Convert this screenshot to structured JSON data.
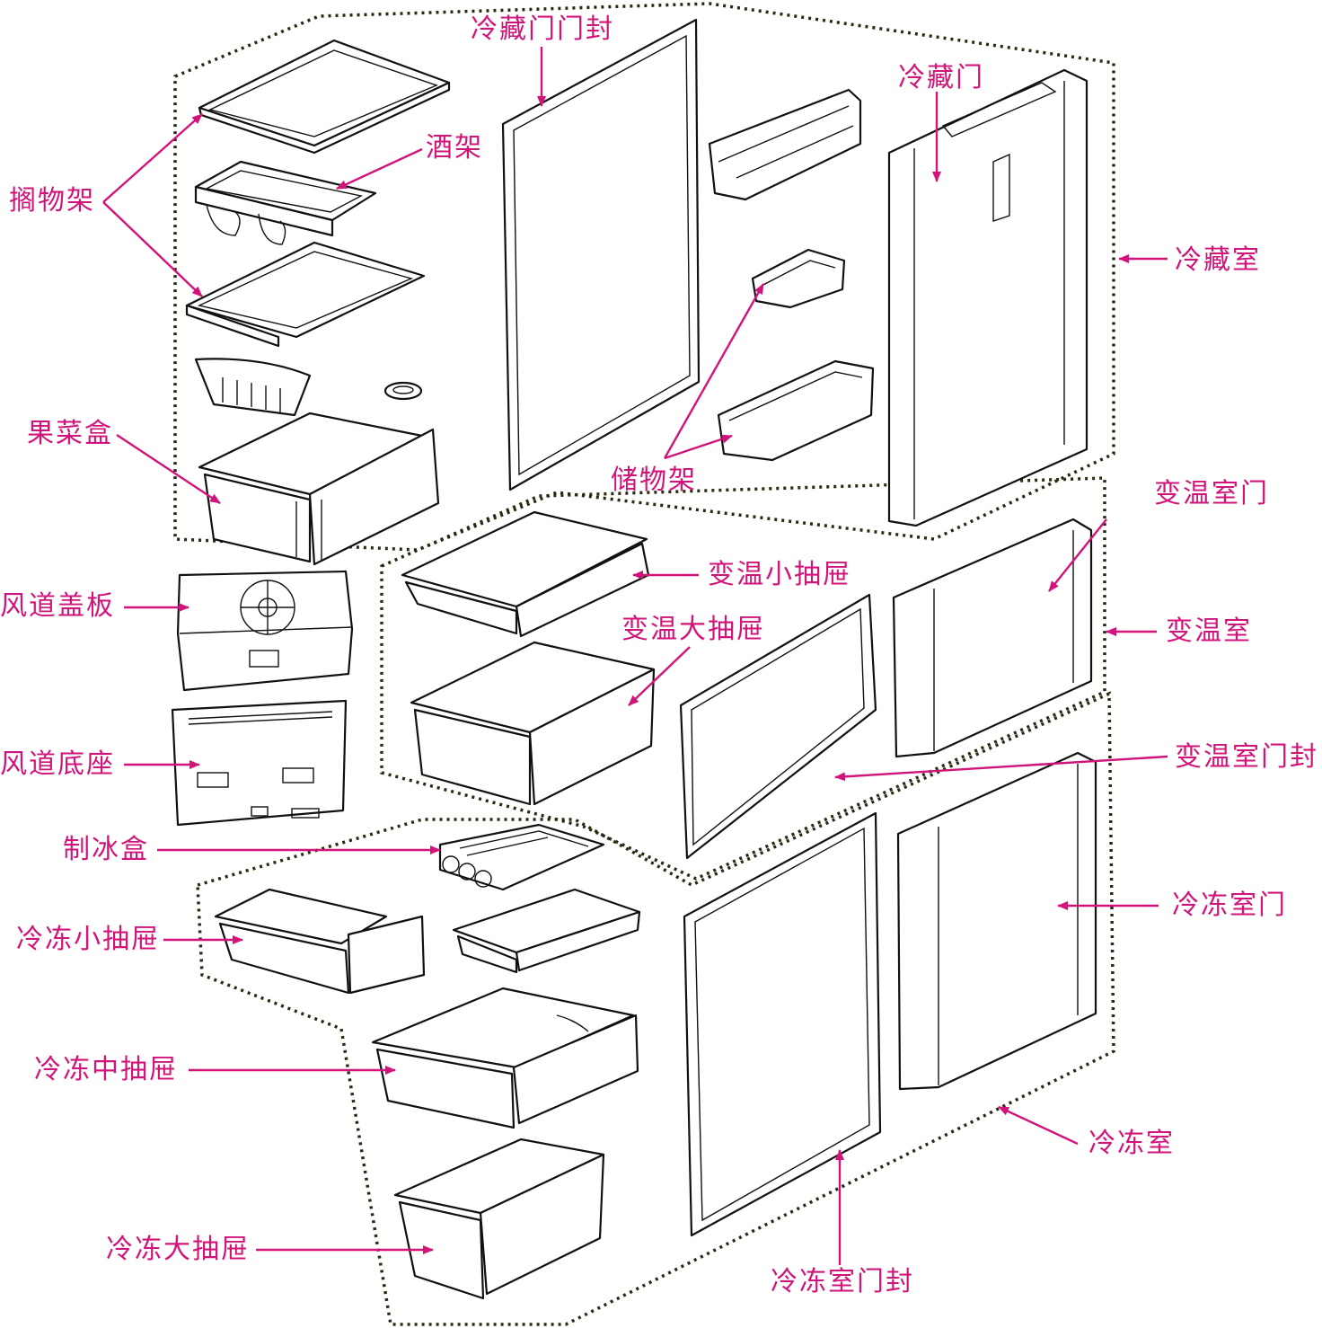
{
  "labels": {
    "shelf": "搁物架",
    "wine_rack": "酒架",
    "fridge_gasket": "冷藏门门封",
    "fridge_door": "冷藏门",
    "fridge_room": "冷藏室",
    "crisper": "果菜盒",
    "storage_rack": "储物架",
    "var_door": "变温室门",
    "var_small_drawer": "变温小抽屉",
    "duct_cover": "风道盖板",
    "var_big_drawer": "变温大抽屉",
    "var_room": "变温室",
    "duct_base": "风道底座",
    "var_gasket": "变温室门封",
    "ice_box": "制冰盒",
    "freezer_door": "冷冻室门",
    "freezer_small_drawer": "冷冻小抽屉",
    "freezer_mid_drawer": "冷冻中抽屉",
    "freezer_room": "冷冻室",
    "freezer_big_drawer": "冷冻大抽屉",
    "freezer_gasket": "冷冻室门封"
  },
  "colors": {
    "label": "#d1147a",
    "line": "#111111",
    "boundary": "#2a2a12"
  }
}
